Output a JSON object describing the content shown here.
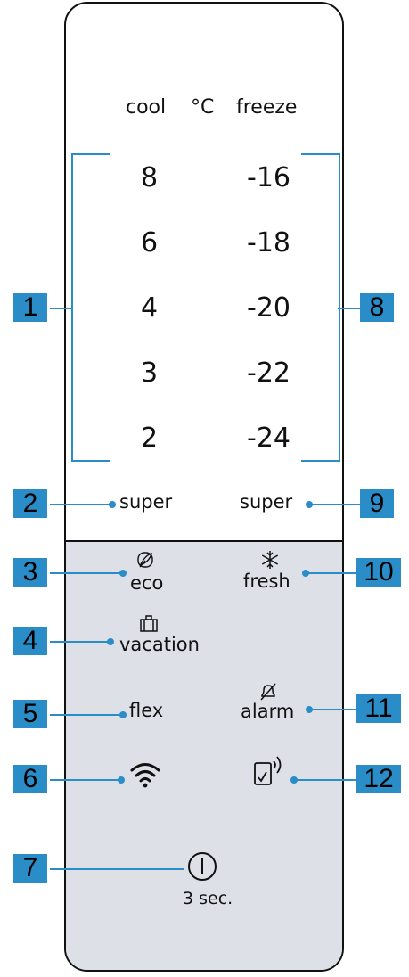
{
  "header": {
    "cool": "cool",
    "unit": "°C",
    "freeze": "freeze"
  },
  "cool_temps": [
    "8",
    "6",
    "4",
    "3",
    "2"
  ],
  "freeze_temps": [
    "-16",
    "-18",
    "-20",
    "-22",
    "-24"
  ],
  "buttons": {
    "super_cool": "super",
    "super_freeze": "super",
    "eco": "eco",
    "vacation": "vacation",
    "flex": "flex",
    "fresh": "fresh",
    "alarm": "alarm",
    "power_hold": "3 sec."
  },
  "icons": {
    "eco": "leaf-icon",
    "vacation": "suitcase-icon",
    "fresh": "snowflake-icon",
    "alarm": "bell-off-icon",
    "wifi": "wifi-icon",
    "remote": "phone-signal-icon",
    "power": "power-icon"
  },
  "callouts": [
    "1",
    "2",
    "3",
    "4",
    "5",
    "6",
    "7",
    "8",
    "9",
    "10",
    "11",
    "12"
  ],
  "colors": {
    "accent": "#2a8dc8",
    "panel_lower": "#dde0e7",
    "outline": "#111111"
  }
}
